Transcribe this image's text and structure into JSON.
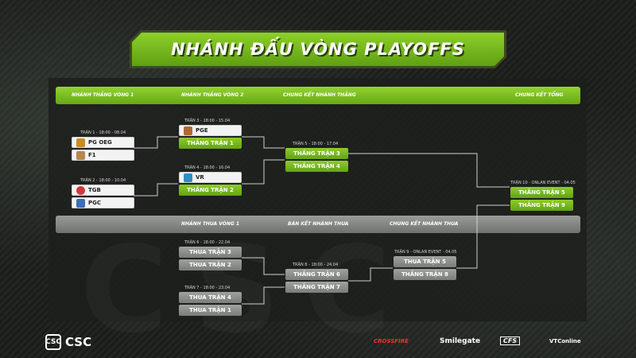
{
  "title": "NHÁNH ĐẤU VÒNG PLAYOFFS",
  "upper_bracket_header": {
    "round1": "NHÁNH THẮNG VÒNG 1",
    "round2": "NHÁNH THẮNG VÒNG 2",
    "final": "CHUNG KẾT NHÁNH THẮNG",
    "grand_final": "CHUNG KẾT TỔNG"
  },
  "lower_bracket_header": {
    "round1": "NHÁNH THUA VÒNG 1",
    "semi": "BÁN KẾT NHÁNH THUA",
    "final": "CHUNG KẾT NHÁNH THUA"
  },
  "matches": {
    "m1": {
      "label": "TRẬN 1 - 18:00 - 08.04",
      "a": "PG OEG",
      "b": "F1"
    },
    "m2": {
      "label": "TRẬN 2 - 18:00 - 10.04",
      "a": "TGB",
      "b": "PGC"
    },
    "m3": {
      "label": "TRẬN 3 - 18:00 - 15.04",
      "a": "PGE",
      "b": "THẮNG TRẬN 1"
    },
    "m4": {
      "label": "TRẬN 4 - 18:00 - 16.04",
      "a": "VR",
      "b": "THẮNG TRẬN 2"
    },
    "m5": {
      "label": "TRẬN 5 - 18:00 - 17.04",
      "a": "THẮNG TRẬN 3",
      "b": "THẮNG TRẬN 4"
    },
    "m6": {
      "label": "TRẬN 6 - 18:00 - 22.04",
      "a": "THUA TRẬN 3",
      "b": "THUA TRẬN 2"
    },
    "m7": {
      "label": "TRẬN 7 - 18:00 - 23.04",
      "a": "THUA TRẬN 4",
      "b": "THUA TRẬN 1"
    },
    "m8": {
      "label": "TRẬN 8 - 18:00 - 24.04",
      "a": "THẮNG TRẬN 6",
      "b": "THẮNG TRẬN 7"
    },
    "m9": {
      "label": "TRẬN 9 - ONLAN EVENT - 04.05",
      "a": "THUA TRẬN 5",
      "b": "THẮNG TRẬN 8"
    },
    "m10": {
      "label": "TRẬN 10 - ONLAN EVENT - 04.05",
      "a": "THẮNG TRẬN 5",
      "b": "THẮNG TRẬN 9"
    }
  },
  "team_colors": {
    "PG OEG": "#c98a2a",
    "F1": "#b8874a",
    "TGB": "#d03a3a",
    "PGC": "#3b6fb8",
    "PGE": "#b06a30",
    "VR": "#2f8ec2"
  },
  "footer": {
    "logo_text": "CSC",
    "logo_mark": "CSC",
    "crossfire": "CROSSFIRE",
    "smilegate": "Smilegate",
    "cfs": "CFS",
    "vtc": "VTConline"
  },
  "accent_green": "#7ebf22",
  "accent_gray": "#8a8c8a"
}
